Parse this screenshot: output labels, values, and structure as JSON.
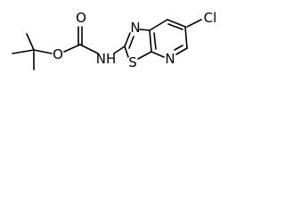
{
  "molecule": {
    "atoms": {
      "carbonyl_o": "O",
      "ester_o": "O",
      "amine_n": "NH",
      "thiazole_n": "N",
      "thiazole_s": "S",
      "pyridine_n": "N",
      "chlorine": "Cl"
    }
  }
}
